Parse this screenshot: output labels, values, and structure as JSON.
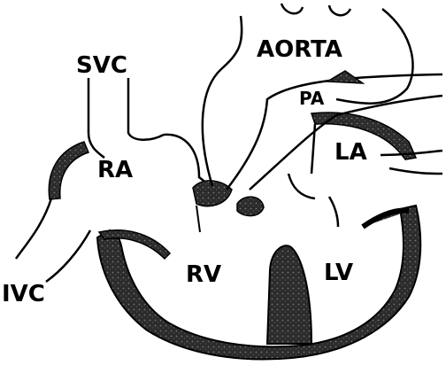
{
  "diagram": {
    "labels": {
      "aorta": "AORTA",
      "svc": "SVC",
      "pa": "PA",
      "ra": "RA",
      "la": "LA",
      "rv": "RV",
      "lv": "LV",
      "ivc": "IVC"
    },
    "colors": {
      "ink": "#000000",
      "paper": "#ffffff",
      "myocardium": "#2b2b2b"
    }
  }
}
